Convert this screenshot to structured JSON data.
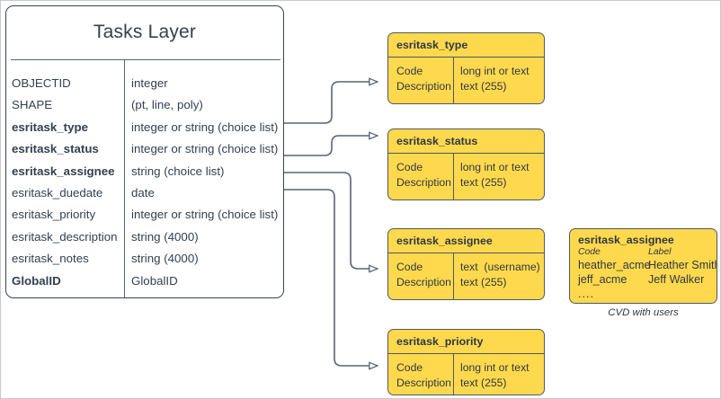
{
  "diagram": {
    "main_table": {
      "title": "Tasks Layer",
      "fields": [
        {
          "name": "OBJECTID",
          "type": "integer",
          "bold": false
        },
        {
          "name": "SHAPE",
          "type": "(pt, line, poly)",
          "bold": false
        },
        {
          "name": "esritask_type",
          "type": "integer or string (choice list)",
          "bold": true
        },
        {
          "name": "esritask_status",
          "type": "integer or string (choice list)",
          "bold": true
        },
        {
          "name": "esritask_assignee",
          "type": "string (choice list)",
          "bold": true
        },
        {
          "name": "esritask_duedate",
          "type": "date",
          "bold": false
        },
        {
          "name": "esritask_priority",
          "type": "integer or string (choice list)",
          "bold": false
        },
        {
          "name": "esritask_description",
          "type": "string (4000)",
          "bold": false
        },
        {
          "name": "esritask_notes",
          "type": "string (4000)",
          "bold": false
        },
        {
          "name": "GlobalID",
          "type": "GlobalID",
          "bold": true
        }
      ]
    },
    "domains": [
      {
        "title": "esritask_type",
        "left_lines": "Code\nDescription",
        "right_lines": "long int or text\ntext (255)"
      },
      {
        "title": "esritask_status",
        "left_lines": "Code\nDescription",
        "right_lines": "long int or text\ntext (255)"
      },
      {
        "title": "esritask_assignee",
        "left_lines": "Code\nDescription",
        "right_lines": "text  (username)\ntext (255)"
      },
      {
        "title": "esritask_priority",
        "left_lines": "Code\nDescription",
        "right_lines": "long int or text\ntext (255)"
      }
    ],
    "cvd": {
      "title": "esritask_assignee",
      "header": {
        "code": "Code",
        "label": "Label"
      },
      "rows": [
        {
          "code": "heather_acme",
          "label": "Heather Smith"
        },
        {
          "code": "jeff_acme",
          "label": "Jeff Walker"
        }
      ],
      "ellipsis": "....",
      "caption": "CVD with users"
    },
    "colors": {
      "domain_fill": "#ffd94d",
      "stroke": "#4f5864",
      "text": "#2e3845",
      "page_border": "#c9c9c9"
    }
  }
}
